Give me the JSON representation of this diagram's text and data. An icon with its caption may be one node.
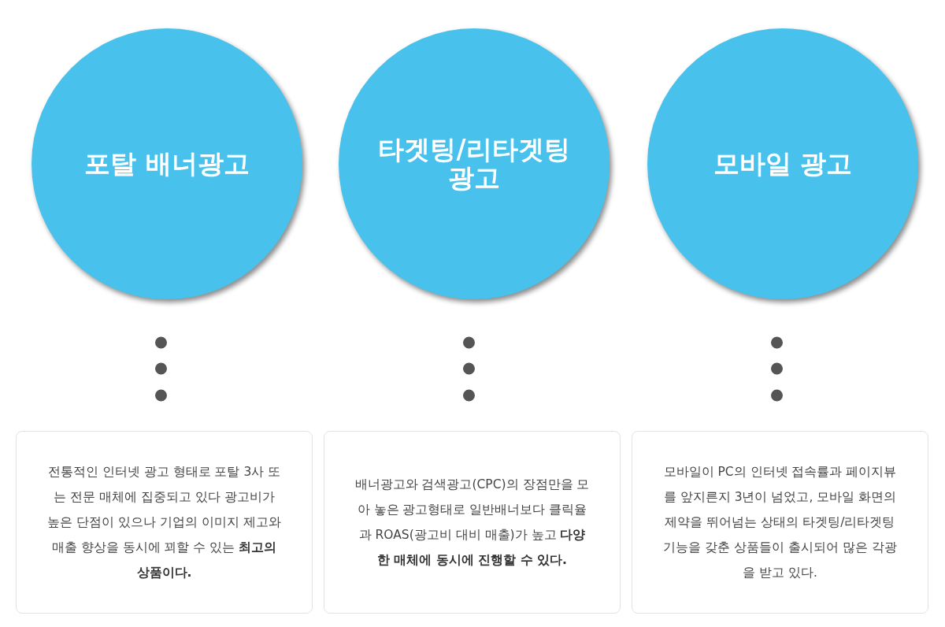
{
  "diagram": {
    "nodes": [
      {
        "text": [
          "포탈 배너광고"
        ]
      },
      {
        "text": [
          "타겟팅/리타겟팅 광고"
        ]
      },
      {
        "text": [
          "모바일 광고"
        ]
      },
      {
        "text": [
          "전통적인 인터넷 광고 형태로 포탈 3사 또는 전문 매체에 집중되고 있다 광고비가 높은 단점이 있으나 기업의 이미지 제고와 매출 향상을 동시에 꾀할 수 있는 **최고의 상품이다.**"
        ]
      },
      {
        "text": [
          "배너광고와 검색광고(CPC)의 장점만을 모아 놓은 광고형태로 일반배너보다 클릭율과 ROAS(광고비 대비 매출)가 높고 **다양한 매체에 동시에 진행할 수 있다.**"
        ]
      },
      {
        "text": [
          "모바일이 PC의 인터넷 접속률과 페이지뷰를 앞지른지 3년이 넘었고, 모바일 화면의 제약을 뛰어넘는 상태의 타겟팅/리타겟팅 기능을 갖춘 상품들이 출시되어 많은 각광을 받고 있다."
        ]
      }
    ],
    "edges": [
      {
        "from": 0,
        "to": 3,
        "arrow": "none",
        "style": "dashed"
      },
      {
        "from": 1,
        "to": 4,
        "arrow": "none",
        "style": "dashed"
      },
      {
        "from": 2,
        "to": 5,
        "arrow": "none",
        "style": "dashed"
      }
    ]
  }
}
